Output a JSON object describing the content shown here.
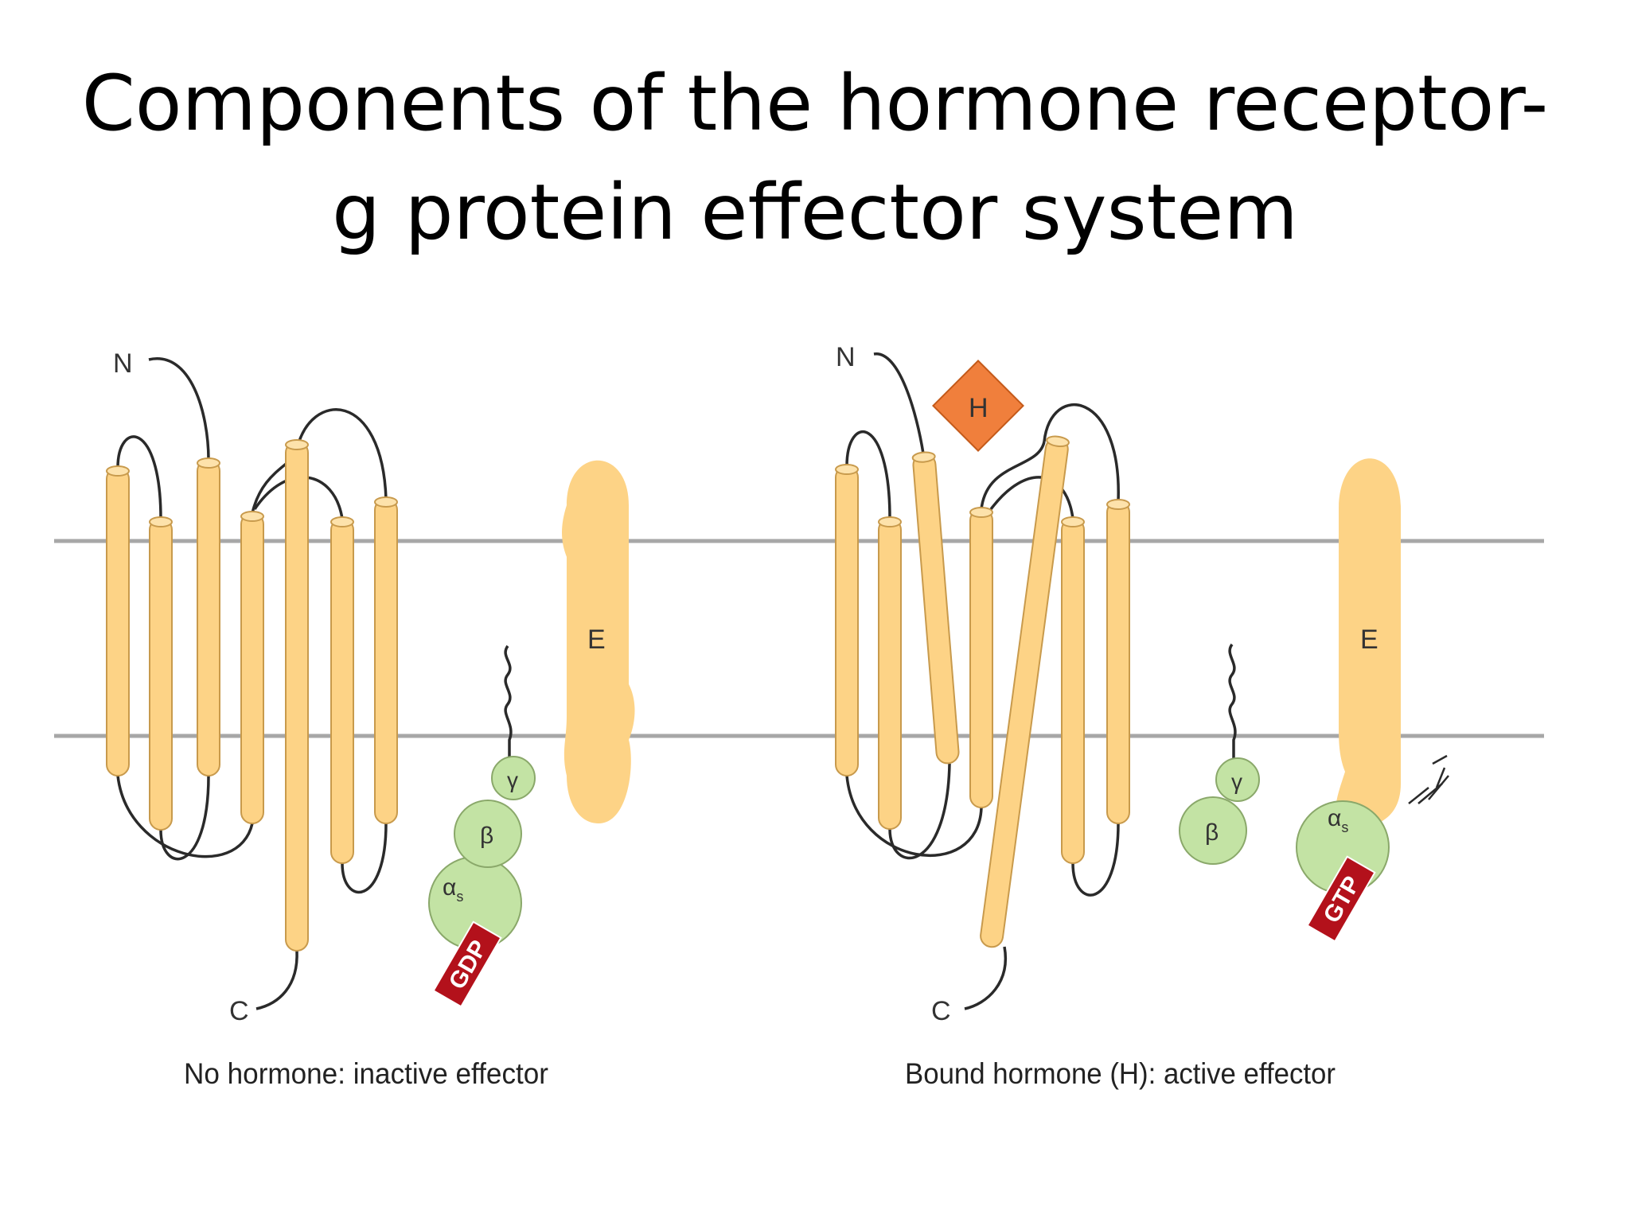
{
  "title": {
    "line1": "Components of the hormone receptor-",
    "line2": "g protein effector system"
  },
  "left_panel": {
    "n_terminus": "N",
    "c_terminus": "C",
    "effector": "E",
    "gamma": "γ",
    "beta": "β",
    "alpha": "α",
    "alpha_sub": "s",
    "nucleotide": "GDP",
    "caption": "No hormone: inactive effector"
  },
  "right_panel": {
    "n_terminus": "N",
    "c_terminus": "C",
    "hormone": "H",
    "effector": "E",
    "gamma": "γ",
    "beta": "β",
    "alpha": "α",
    "alpha_sub": "s",
    "nucleotide": "GTP",
    "caption": "Bound hormone (H): active effector"
  },
  "colors": {
    "helix": "#fdd386",
    "g_protein": "#c3e3a4",
    "hormone": "#f07f3c",
    "nucleotide_tag": "#b3111b",
    "membrane": "#a7a7a7"
  }
}
